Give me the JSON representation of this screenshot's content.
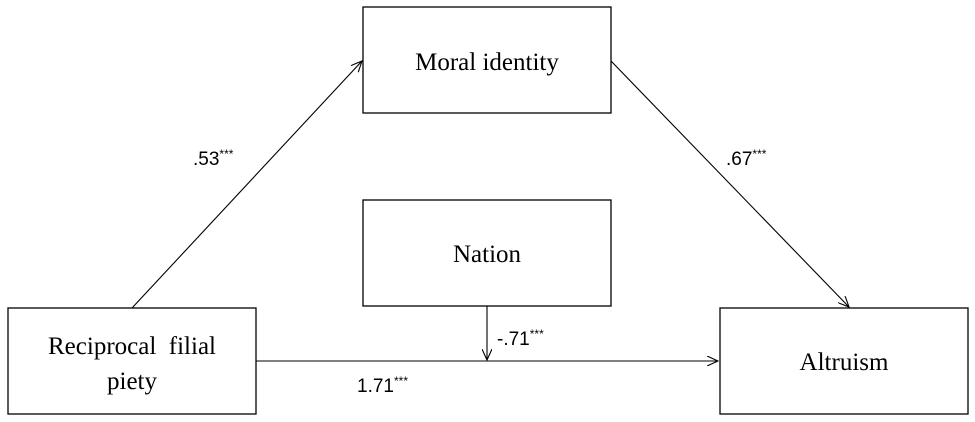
{
  "nodes": {
    "moral_identity": "Moral identity",
    "nation": "Nation",
    "reciprocal_line1": "Reciprocal  filial",
    "reciprocal_line2": "piety",
    "altruism": "Altruism"
  },
  "paths": {
    "a": {
      "value": ".53",
      "stars": "***"
    },
    "b": {
      "value": ".67",
      "stars": "***"
    },
    "c": {
      "value": "1.71",
      "stars": "***"
    },
    "moderation": {
      "value": "-.71",
      "stars": "***"
    }
  }
}
